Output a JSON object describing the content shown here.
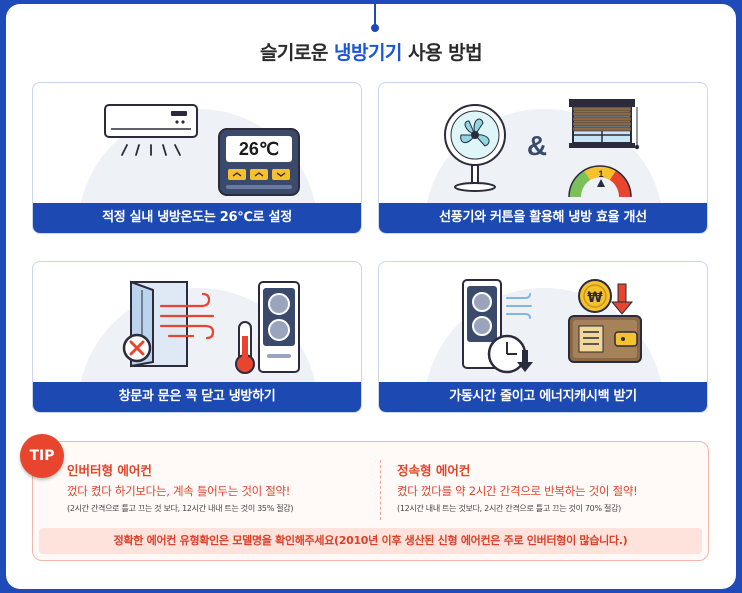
{
  "title": {
    "prefix": "슬기로운 ",
    "accent": "냉방기기",
    "suffix": " 사용 방법"
  },
  "colors": {
    "frame_border": "#1e4bb8",
    "accent": "#1a56d6",
    "caption_bg": "#1d49b3",
    "tip_red": "#e0452b"
  },
  "cards": [
    {
      "caption": "적정 실내 냉방온도는 26℃로 설정",
      "display": "26℃",
      "icons": [
        "air-conditioner-icon",
        "thermostat-icon"
      ]
    },
    {
      "caption": "선풍기와 커튼을 활용해 냉방 효율 개선",
      "ampersand": "&",
      "gauge_label": "1",
      "icons": [
        "electric-fan-icon",
        "window-blind-icon",
        "gauge-icon"
      ]
    },
    {
      "caption": "창문과 문은 꼭 닫고 냉방하기",
      "icons": [
        "open-window-icon",
        "no-mark-icon",
        "thermometer-icon",
        "floor-ac-icon"
      ]
    },
    {
      "caption": "가동시간 줄이고 에너지캐시백 받기",
      "coin_label": "₩",
      "icons": [
        "floor-ac-icon",
        "clock-icon",
        "wallet-icon",
        "coin-icon",
        "down-arrow-icon"
      ]
    }
  ],
  "tip": {
    "badge": "TIP",
    "left": {
      "heading": "인버터형 에어컨",
      "main": "껐다 켰다 하기보다는, 계속 틀어두는 것이 절약!",
      "note": "(2시간 간격으로 틀고 끄는 것 보다, 12시간 내내 트는 것이 35% 절감)"
    },
    "right": {
      "heading": "정속형 에어컨",
      "main": "켰다 껐다를 약 2시간 간격으로 반복하는 것이 절약!",
      "note": "(12시간 내내 트는 것보다, 2시간 간격으로 틀고 끄는 것이 70% 절감)"
    },
    "footer": "정확한 에어컨 유형확인은 모델명을 확인해주세요(2010년 이후 생산된 신형 에어컨은 주로 인버터형이 많습니다.)"
  }
}
